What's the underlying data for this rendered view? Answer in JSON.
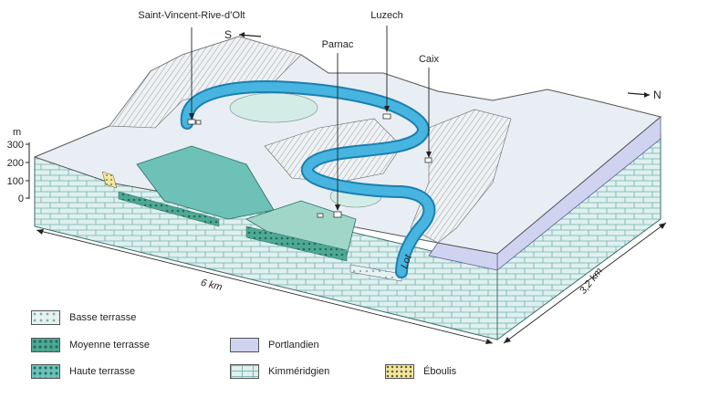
{
  "places": {
    "saint_vincent": "Saint-Vincent-Rive-d’Olt",
    "luzech": "Luzech",
    "parnac": "Parnac",
    "caix": "Caix",
    "river": "Lot"
  },
  "orientation": {
    "south": "S",
    "north": "N"
  },
  "scale": {
    "unit": "m",
    "ticks": [
      "300",
      "200",
      "100",
      "0"
    ]
  },
  "dimensions": {
    "length": "6 km",
    "width": "3,2 km"
  },
  "legend": {
    "basse": "Basse terrasse",
    "moyenne": "Moyenne terrasse",
    "haute": "Haute terrasse",
    "portlandien": "Portlandien",
    "kimmeridgien": "Kimméridgien",
    "eboulis": "Éboulis"
  },
  "colors": {
    "river": "#47b5e0",
    "river_edge": "#1b7fb0",
    "plateau": "#e8eef3",
    "portlandien": "#cfd3ef",
    "kimmeridgien": "#dff0ef",
    "terrace_haute": "#6ec1b6",
    "terrace_moyenne": "#4fa892",
    "terrace_basse": "#c9e7de"
  }
}
